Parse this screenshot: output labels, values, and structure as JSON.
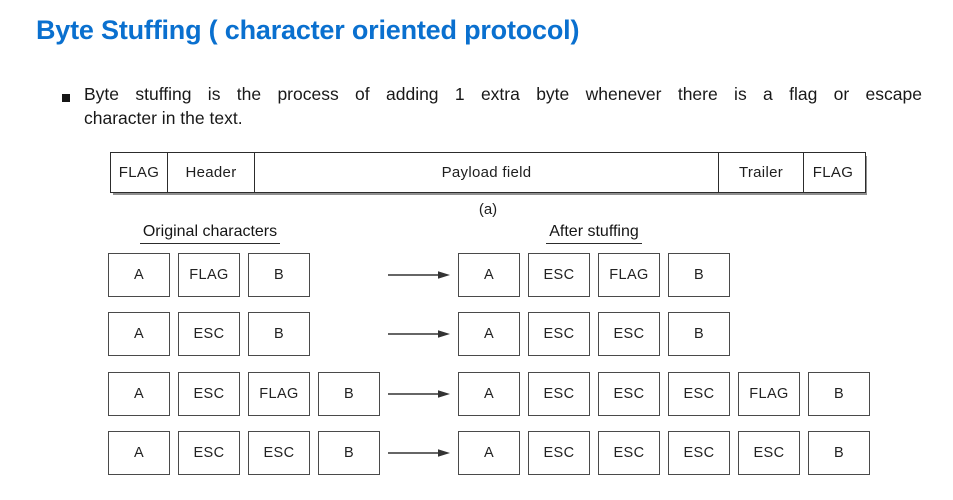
{
  "title": "Byte Stuffing ( character oriented protocol)",
  "bullet": {
    "lines": [
      "Byte stuffing is the process of adding 1 extra byte whenever there is a flag or escape",
      "character in the text."
    ]
  },
  "frame": {
    "cells": [
      {
        "label": "FLAG"
      },
      {
        "label": "Header"
      },
      {
        "label": "Payload field"
      },
      {
        "label": "Trailer"
      },
      {
        "label": "FLAG"
      }
    ],
    "caption": "(a)"
  },
  "columns": {
    "left_label": "Original characters",
    "right_label": "After stuffing"
  },
  "rows": [
    {
      "original": [
        "A",
        "FLAG",
        "B"
      ],
      "stuffed": [
        "A",
        "ESC",
        "FLAG",
        "B"
      ]
    },
    {
      "original": [
        "A",
        "ESC",
        "B"
      ],
      "stuffed": [
        "A",
        "ESC",
        "ESC",
        "B"
      ]
    },
    {
      "original": [
        "A",
        "ESC",
        "FLAG",
        "B"
      ],
      "stuffed": [
        "A",
        "ESC",
        "ESC",
        "ESC",
        "FLAG",
        "B"
      ]
    },
    {
      "original": [
        "A",
        "ESC",
        "ESC",
        "B"
      ],
      "stuffed": [
        "A",
        "ESC",
        "ESC",
        "ESC",
        "ESC",
        "B"
      ]
    }
  ],
  "colors": {
    "title_accent": "#0a70cf",
    "body_text": "#191919",
    "line": "#2c2c2c"
  }
}
